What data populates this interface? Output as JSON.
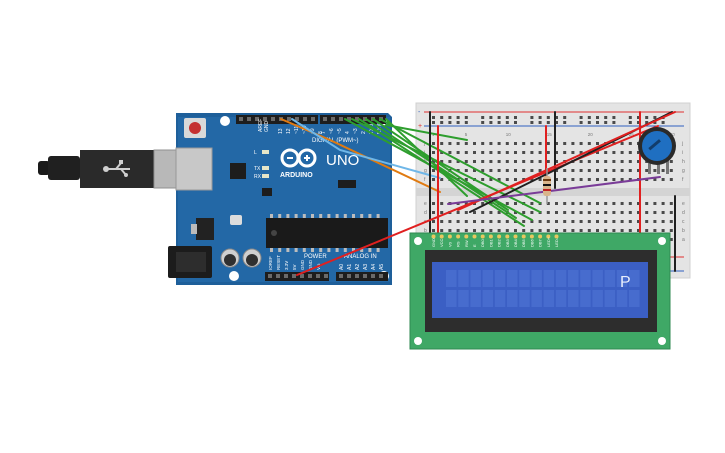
{
  "canvas": {
    "background": "#ffffff"
  },
  "arduino": {
    "color": "#1e5f9a",
    "logo_text": "UNO",
    "brand": "ARDUINO",
    "digital_label": "DIGITAL (PWM~)",
    "power_label": "POWER",
    "analog_label": "ANALOG IN",
    "aref": "AREF",
    "gnd": "GND",
    "digital_pins": [
      "13",
      "12",
      "~11",
      "~10",
      "~9",
      "8",
      "7",
      "~6",
      "~5",
      "4",
      "~3",
      "2",
      "TX 1",
      "RX 0"
    ],
    "power_pins": [
      "IOREF",
      "RESET",
      "3.3V",
      "5V",
      "GND",
      "GND",
      "Vin"
    ],
    "analog_pins": [
      "A0",
      "A1",
      "A2",
      "A3",
      "A4",
      "A5"
    ],
    "led_labels": [
      "L",
      "TX",
      "RX"
    ],
    "reset_icon": "reset-button"
  },
  "usb_cable": {
    "icon": "usb-icon"
  },
  "breadboard": {
    "color": "#e4e4e4",
    "rail_plus": "+",
    "rail_minus": "-",
    "row_letters_top": [
      "j",
      "i",
      "h",
      "g",
      "f"
    ],
    "row_letters_bottom": [
      "e",
      "d",
      "c",
      "b",
      "a"
    ],
    "column_numbers": [
      "1",
      "5",
      "10",
      "15",
      "20",
      "25",
      "30"
    ]
  },
  "potentiometer": {
    "icon": "potentiometer-knob-icon",
    "color": "#1f6fc1"
  },
  "lcd": {
    "pcb_color": "#3fa866",
    "screen_color": "#3b5fc4",
    "pin_labels": [
      "GND",
      "VCC",
      "V0",
      "RS",
      "RW",
      "E",
      "DB0",
      "DB1",
      "DB2",
      "DB3",
      "DB4",
      "DB5",
      "DB6",
      "DB7",
      "LED+",
      "LED-"
    ],
    "displayed_char": "P"
  },
  "wires": {
    "colors": {
      "green": "#2e9e2e",
      "red": "#e02020",
      "black": "#202020",
      "orange": "#e07a10",
      "blue": "#6fb7e8",
      "purple": "#7a3c98"
    }
  }
}
